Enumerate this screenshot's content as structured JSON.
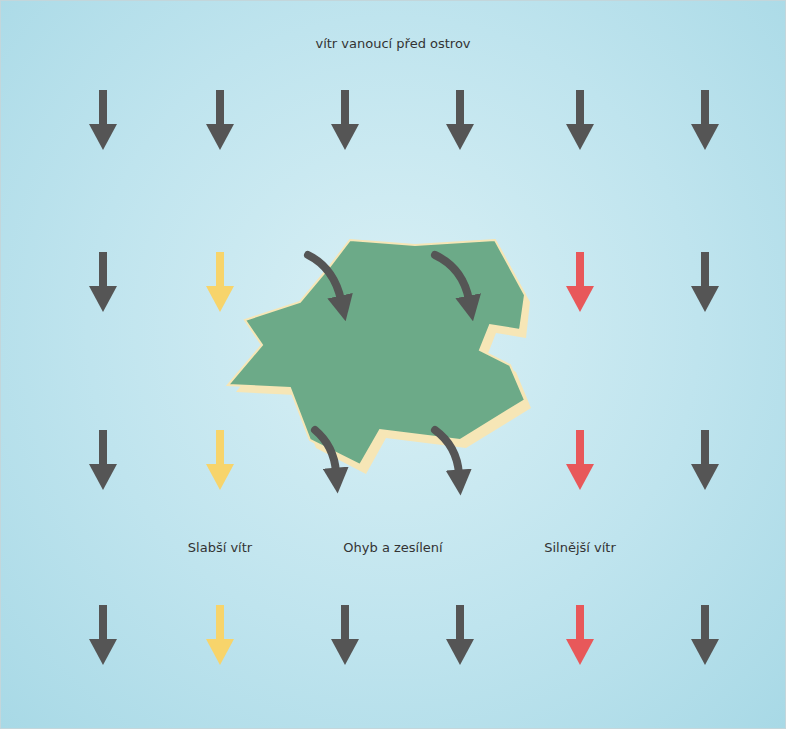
{
  "diagram": {
    "title": "vítr vanoucí před ostrov",
    "labels": [
      "Slabší vítr",
      "Ohyb a zesílení",
      "Silnější vítr"
    ]
  }
}
